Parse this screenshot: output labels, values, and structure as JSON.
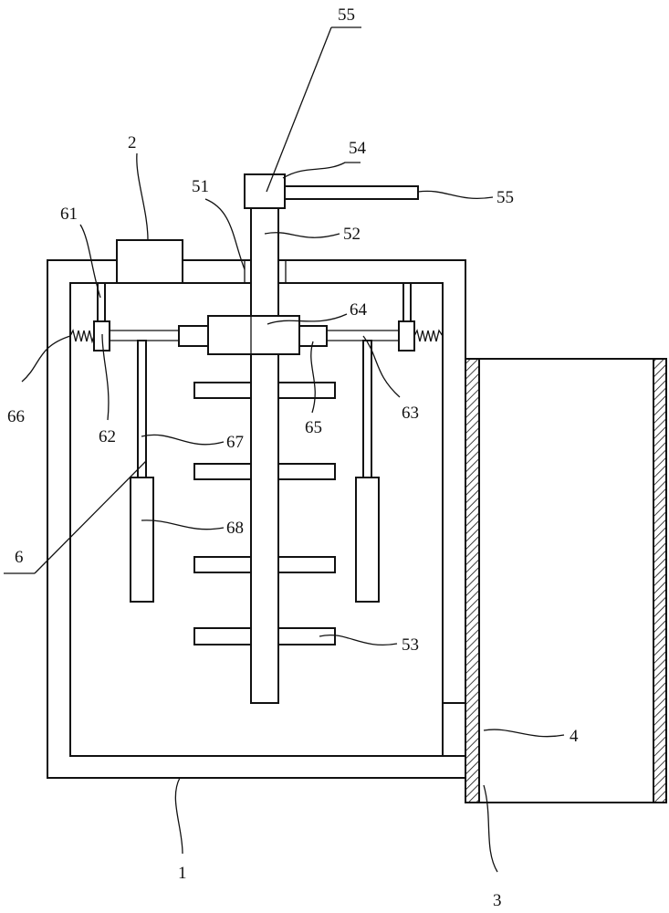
{
  "figure": {
    "labels": {
      "body": "1",
      "motor": "2",
      "collector": "3",
      "outlet": "4",
      "stir_top": "55",
      "handle": "55",
      "bracket": "51",
      "shaft": "52",
      "paddle": "53",
      "bearing": "54",
      "mechanism": "6",
      "guide_rail": "61",
      "slider": "62",
      "cross_bar": "63",
      "cam": "64",
      "lug": "65",
      "spring": "66",
      "rod": "67",
      "scraper": "68"
    },
    "colors": {
      "line": "#111111",
      "background": "#ffffff"
    }
  }
}
